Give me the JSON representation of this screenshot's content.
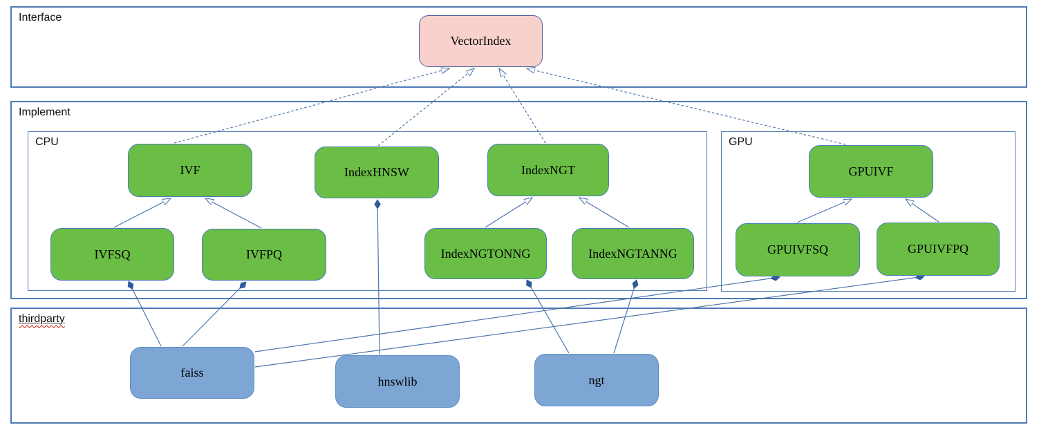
{
  "containers": {
    "interface": {
      "label": "Interface"
    },
    "implement": {
      "label": "Implement"
    },
    "cpu": {
      "label": "CPU"
    },
    "gpu": {
      "label": "GPU"
    },
    "thirdparty": {
      "label": "thirdparty"
    }
  },
  "nodes": {
    "vectorindex": {
      "label": "VectorIndex",
      "fill": "#f8d0cc"
    },
    "ivf": {
      "label": "IVF",
      "fill": "#6abd45"
    },
    "indexhnsw": {
      "label": "IndexHNSW",
      "fill": "#6abd45"
    },
    "indexngt": {
      "label": "IndexNGT",
      "fill": "#6abd45"
    },
    "ivfsq": {
      "label": "IVFSQ",
      "fill": "#6abd45"
    },
    "ivfpq": {
      "label": "IVFPQ",
      "fill": "#6abd45"
    },
    "indexngtonng": {
      "label": "IndexNGTONNG",
      "fill": "#6abd45"
    },
    "indexngtanng": {
      "label": "IndexNGTANNG",
      "fill": "#6abd45"
    },
    "gpuivf": {
      "label": "GPUIVF",
      "fill": "#6abd45"
    },
    "gpuivfsq": {
      "label": "GPUIVFSQ",
      "fill": "#6abd45"
    },
    "gpuivfpq": {
      "label": "GPUIVFPQ",
      "fill": "#6abd45"
    },
    "faiss": {
      "label": "faiss",
      "fill": "#7ea6d4"
    },
    "hnswlib": {
      "label": "hnswlib",
      "fill": "#7ea6d4"
    },
    "ngt": {
      "label": "ngt",
      "fill": "#7ea6d4"
    }
  },
  "edges": [
    {
      "from": "IVF",
      "to": "VectorIndex",
      "type": "realization"
    },
    {
      "from": "IndexHNSW",
      "to": "VectorIndex",
      "type": "realization"
    },
    {
      "from": "IndexNGT",
      "to": "VectorIndex",
      "type": "realization"
    },
    {
      "from": "GPUIVF",
      "to": "VectorIndex",
      "type": "realization"
    },
    {
      "from": "IVFSQ",
      "to": "IVF",
      "type": "generalization"
    },
    {
      "from": "IVFPQ",
      "to": "IVF",
      "type": "generalization"
    },
    {
      "from": "IndexNGTONNG",
      "to": "IndexNGT",
      "type": "generalization"
    },
    {
      "from": "IndexNGTANNG",
      "to": "IndexNGT",
      "type": "generalization"
    },
    {
      "from": "GPUIVFSQ",
      "to": "GPUIVF",
      "type": "generalization"
    },
    {
      "from": "GPUIVFPQ",
      "to": "GPUIVF",
      "type": "generalization"
    },
    {
      "from": "faiss",
      "to": "IVFSQ",
      "type": "composition"
    },
    {
      "from": "faiss",
      "to": "IVFPQ",
      "type": "composition"
    },
    {
      "from": "faiss",
      "to": "GPUIVFSQ",
      "type": "composition"
    },
    {
      "from": "faiss",
      "to": "GPUIVFPQ",
      "type": "composition"
    },
    {
      "from": "hnswlib",
      "to": "IndexHNSW",
      "type": "composition"
    },
    {
      "from": "ngt",
      "to": "IndexNGTONNG",
      "type": "composition"
    },
    {
      "from": "ngt",
      "to": "IndexNGTANNG",
      "type": "composition"
    }
  ],
  "colors": {
    "line_blue": "#4a74ad",
    "diamond_fill": "#2e5b9c",
    "green_fill": "#6abd45",
    "green_border": "#4a7ebb",
    "pink_fill": "#f8d0cc",
    "blue_fill": "#7ea6d4",
    "section_border": "#4e7ab5",
    "squiggle_red": "#cc1100"
  }
}
